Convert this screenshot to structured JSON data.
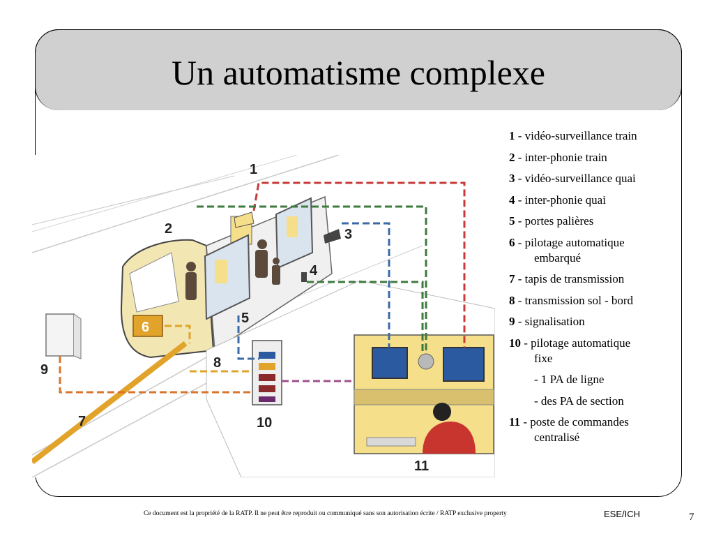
{
  "slide": {
    "title": "Un automatisme complexe",
    "footer": "Ce document est la propriété de la RATP. Il ne peut être reproduit ou communiqué sans son autorisation écrite / RATP exclusive property",
    "org": "ESE/ICH",
    "page_number": "7"
  },
  "legend": [
    {
      "num": "1",
      "text": " - vidéo-surveillance train"
    },
    {
      "num": "2",
      "text": " - inter-phonie train"
    },
    {
      "num": "3",
      "text": " - vidéo-surveillance quai"
    },
    {
      "num": "4",
      "text": " - inter-phonie quai"
    },
    {
      "num": "5",
      "text": " - portes palières"
    },
    {
      "num": "6",
      "text": " - pilotage automatique",
      "cont": "embarqué"
    },
    {
      "num": "7",
      "text": " - tapis de transmission"
    },
    {
      "num": "8",
      "text": " - transmission sol - bord"
    },
    {
      "num": "9",
      "text": " - signalisation"
    },
    {
      "num": "10",
      "text": " - pilotage automatique",
      "cont": "fixe",
      "subs": [
        "- 1 PA de ligne",
        "- des PA de section"
      ]
    },
    {
      "num": "11",
      "text": " - poste de commandes",
      "cont": "centralisé"
    }
  ],
  "diagram_labels": [
    "1",
    "2",
    "3",
    "4",
    "5",
    "6",
    "7",
    "8",
    "9",
    "10",
    "11"
  ],
  "colors": {
    "title_bar": "#d0d0d0",
    "video_train_line": "#c83a3a",
    "interphone_line": "#3e7a3e",
    "video_quay_line": "#3a6aa8",
    "transmission_line": "#e2a32a",
    "signal_line": "#d9742a",
    "pcc_line": "#a0508c",
    "console": "#f6df8a"
  }
}
